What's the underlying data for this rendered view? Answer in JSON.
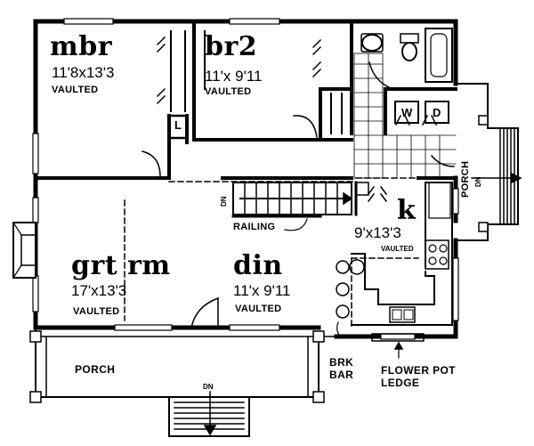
{
  "rooms": {
    "mbr": {
      "name": "mbr",
      "dim": "11'8x13'3",
      "note": "VAULTED"
    },
    "br2": {
      "name": "br2",
      "dim": "11'x 9'11",
      "note": "VAULTED"
    },
    "grt": {
      "name": "grt rm",
      "dim": "17'x13'3",
      "note": "VAULTED"
    },
    "din": {
      "name": "din",
      "dim": "11'x 9'11",
      "note": "VAULTED"
    },
    "k": {
      "name": "k",
      "dim": "9'x13'3",
      "note": "VAULTED"
    }
  },
  "labels": {
    "linen": "L",
    "washer": "W",
    "dryer": "D",
    "railing": "RAILING",
    "stair_dn": "DN",
    "porch_side": "PORCH",
    "porch_side_dn": "DN",
    "porch_front": "PORCH",
    "porch_front_dn": "DN",
    "brk_bar_1": "BRK",
    "brk_bar_2": "BAR",
    "flower_1": "FLOWER POT",
    "flower_2": "LEDGE"
  }
}
